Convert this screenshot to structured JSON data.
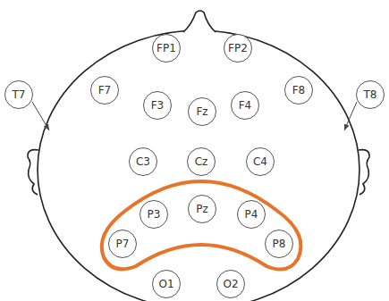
{
  "diagram": {
    "nodes": [
      {
        "text": [
          "FP1"
        ]
      },
      {
        "text": [
          "FP2"
        ]
      },
      {
        "text": [
          "T7"
        ]
      },
      {
        "text": [
          "F7"
        ]
      },
      {
        "text": [
          "F3"
        ]
      },
      {
        "text": [
          "Fz"
        ]
      },
      {
        "text": [
          "F4"
        ]
      },
      {
        "text": [
          "F8"
        ]
      },
      {
        "text": [
          "T8"
        ]
      },
      {
        "text": [
          "C3"
        ]
      },
      {
        "text": [
          "Cz"
        ]
      },
      {
        "text": [
          "C4"
        ]
      },
      {
        "text": [
          "P3"
        ]
      },
      {
        "text": [
          "Pz"
        ]
      },
      {
        "text": [
          "P4"
        ]
      },
      {
        "text": [
          "P7"
        ]
      },
      {
        "text": [
          "P8"
        ]
      },
      {
        "text": [
          "O1"
        ]
      },
      {
        "text": [
          "O2"
        ]
      }
    ]
  }
}
